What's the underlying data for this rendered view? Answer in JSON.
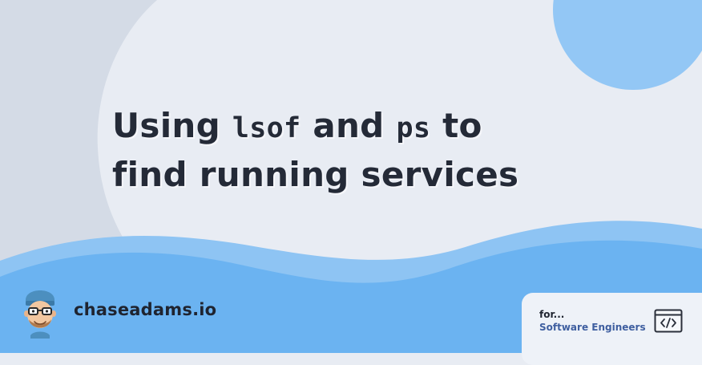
{
  "title": {
    "part1": "Using ",
    "code1": "lsof",
    "part2": " and ",
    "code2": "ps",
    "part3": " to",
    "line2": "find running services"
  },
  "brand": {
    "site": "chaseadams.io",
    "avatar_icon": "avatar-illustration"
  },
  "audience_card": {
    "prefix": "for...",
    "audience": "Software Engineers",
    "icon": "code-window-icon"
  },
  "colors": {
    "background": "#e8ecf3",
    "left_blob": "#d4dbe6",
    "top_right_circle": "#93c7f5",
    "wave_light": "#8ec4f3",
    "wave_main": "#6bb3f1",
    "title_text": "#242a37",
    "audience_text": "#3f5fa0"
  }
}
